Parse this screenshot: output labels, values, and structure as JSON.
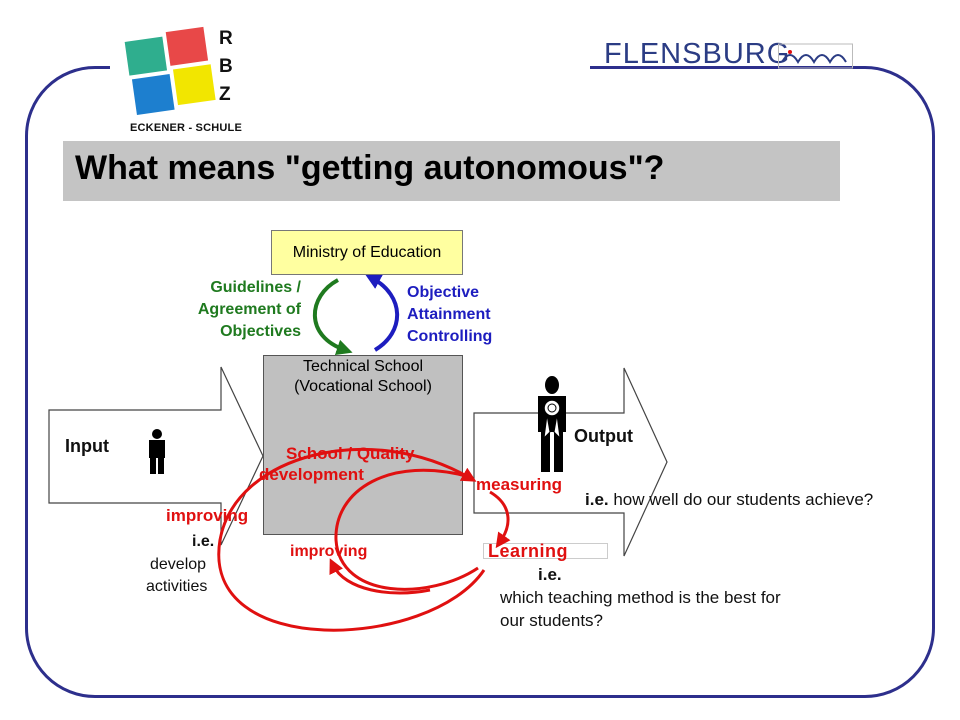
{
  "logo": {
    "letters": [
      "R",
      "B",
      "Z"
    ],
    "school_name": "ECKENER - SCHULE"
  },
  "brand": {
    "name": "FLENSBURG"
  },
  "title": "What means \"getting autonomous\"?",
  "diagram": {
    "ministry": "Ministry of Education",
    "green_label": [
      "Guidelines /",
      "Agreement of",
      "Objectives"
    ],
    "blue_label": [
      "Objective",
      "Attainment",
      "Controlling"
    ],
    "school_label": [
      "Technical School",
      "(Vocational School)"
    ],
    "input": "Input",
    "output": "Output",
    "quality": [
      "School / Quality",
      "development"
    ],
    "measuring": "measuring",
    "improving_left": "improving",
    "improving_inner": "improving",
    "learning": "Learning",
    "ie_left": "i.e.",
    "develop": "develop",
    "activities": "activities",
    "ie_output_prefix": "i.e.",
    "ie_output_text": " how well do our students achieve?",
    "ie_learning": "i.e.",
    "learning_q1": "which teaching method is the best for",
    "learning_q2": "our students?"
  },
  "colors": {
    "frame": "#2d2f8c",
    "title_bg": "#c4c4c4",
    "ministry_bg": "#ffffa0",
    "school_bg": "#c0c0c0",
    "green": "#1f7a1f",
    "blue": "#1d1dbf",
    "red": "#e01010",
    "brand": "#2b3c84"
  },
  "icons": [
    "rbz-logo-icon",
    "wave-logo-icon",
    "person-icon",
    "graduate-person-icon"
  ]
}
